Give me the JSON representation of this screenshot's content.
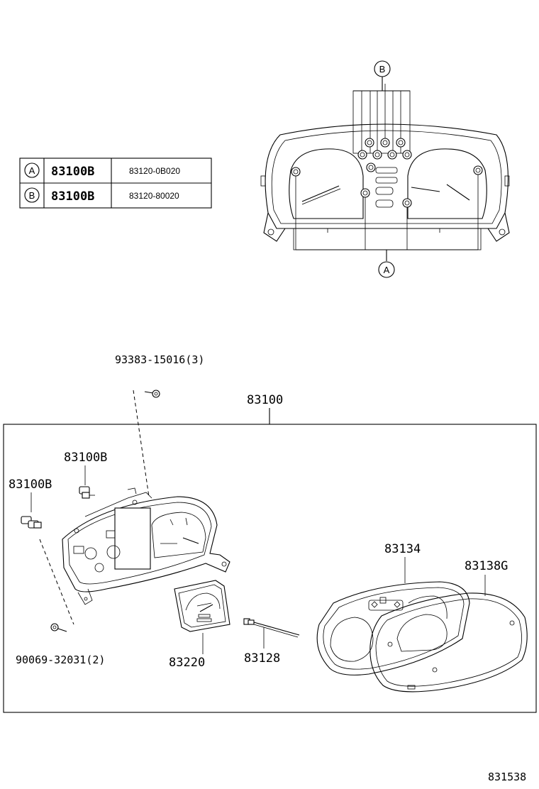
{
  "legend_table": {
    "rows": [
      {
        "marker": "A",
        "part": "83100B",
        "code": "83120-0B020"
      },
      {
        "marker": "B",
        "part": "83100B",
        "code": "83120-80020"
      }
    ]
  },
  "top_view": {
    "marker_top": "B",
    "marker_bottom": "A"
  },
  "callouts": {
    "bolt": "93383-15016(3)",
    "assembly": "83100",
    "bulb_upper": "83100B",
    "bulb_left": "83100B",
    "screw": "90069-32031(2)",
    "dial": "83220",
    "needle_cable": "83128",
    "glass": "83134",
    "cover": "83138G"
  },
  "figure_id": "831538"
}
